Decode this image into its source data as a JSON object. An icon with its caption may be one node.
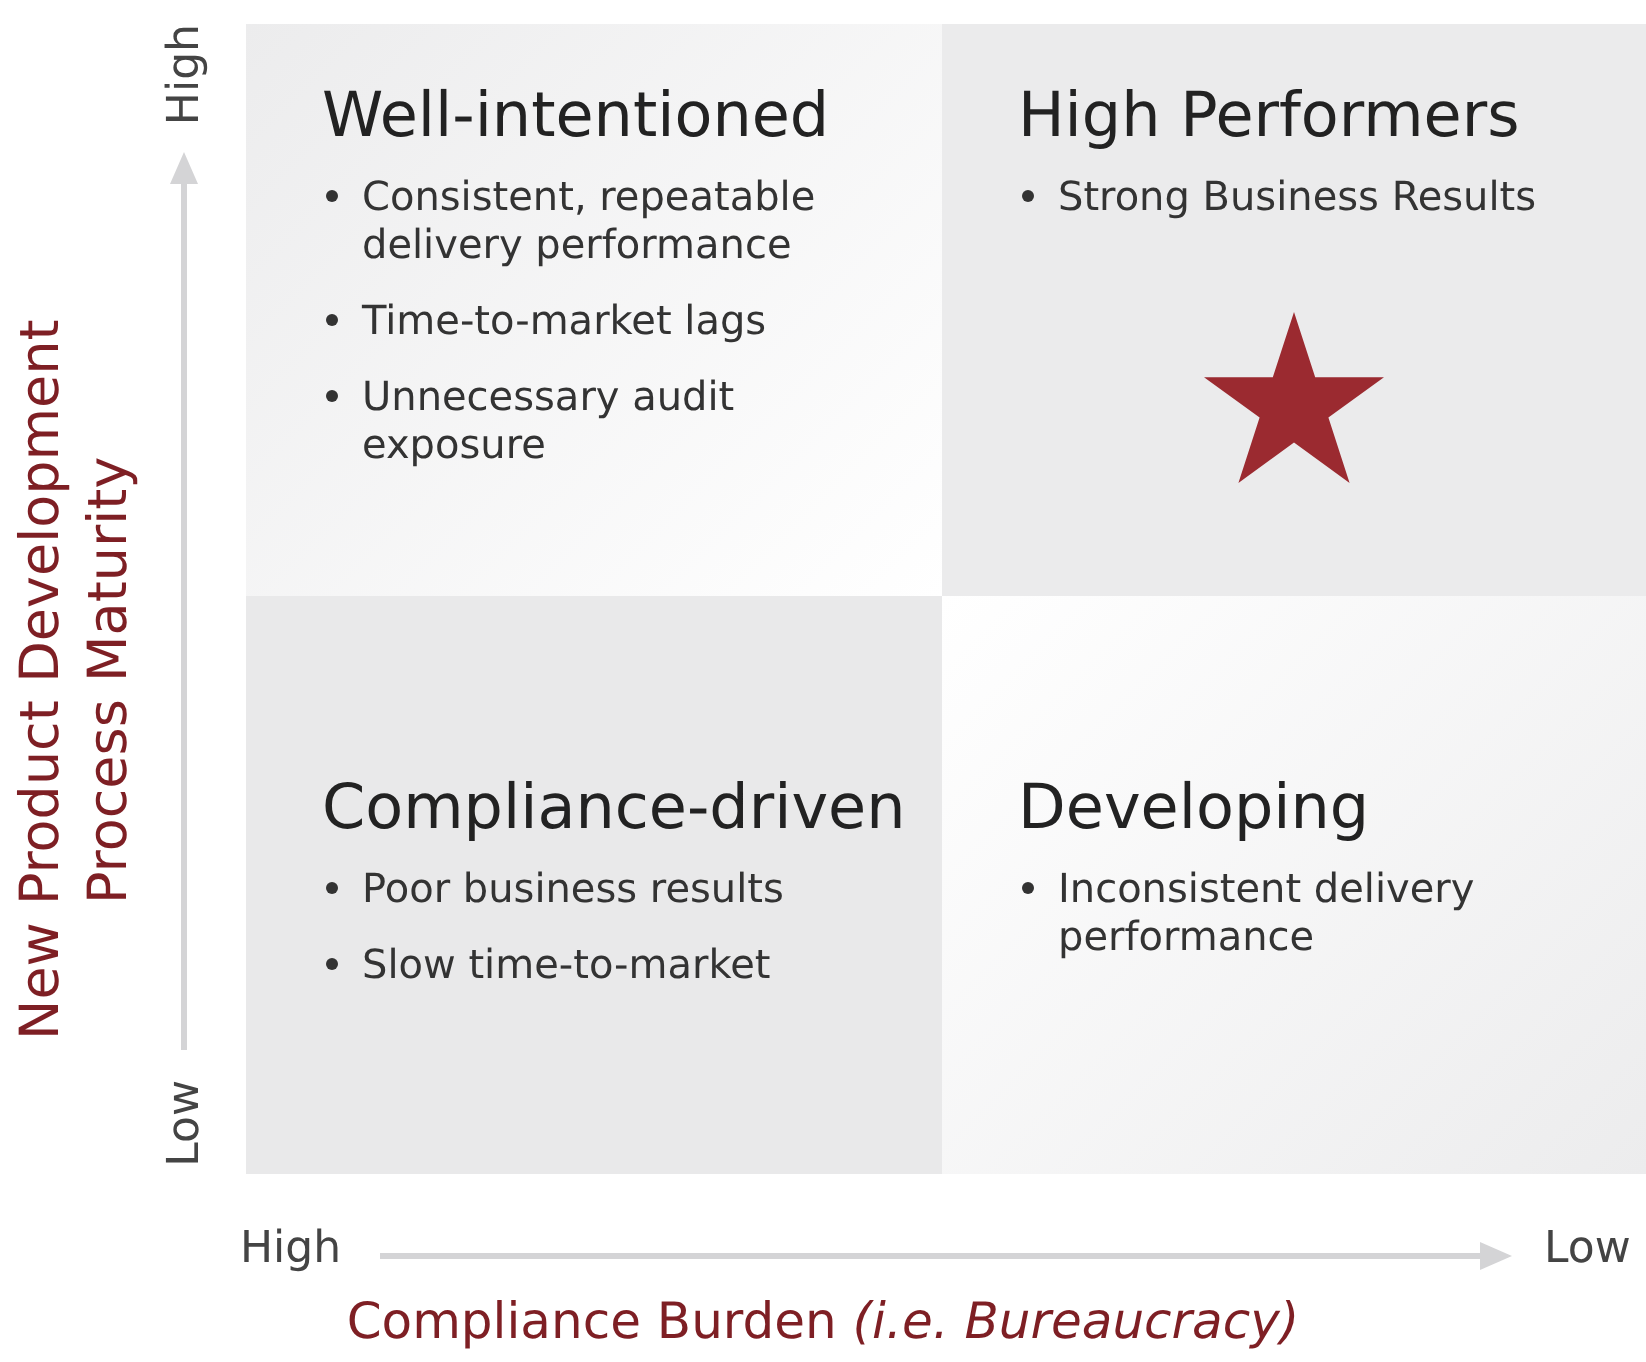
{
  "diagram": {
    "nodes": [
      {
        "text": [
          "Well-intentioned",
          "Consistent, repeatable delivery performance",
          "Time-to-market lags",
          "Unnecessary audit exposure"
        ]
      },
      {
        "text": [
          "High Performers",
          "Strong Business Results"
        ]
      },
      {
        "text": [
          "Compliance-driven",
          "Poor business results",
          "Slow time-to-market"
        ]
      },
      {
        "text": [
          "Developing",
          "Inconsistent delivery performance"
        ]
      }
    ],
    "edges": [],
    "labels": [
      "High",
      "Low",
      "New Product Development Process Maturity",
      "High",
      "Low",
      "Compliance Burden *(i.e. Bureaucracy)*"
    ]
  }
}
